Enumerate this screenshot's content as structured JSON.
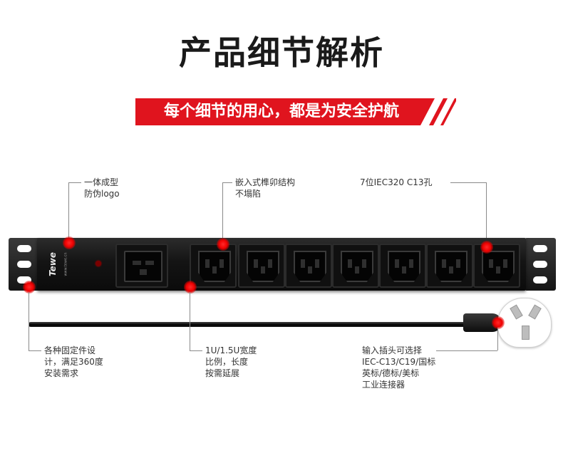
{
  "header": {
    "title": "产品细节解析",
    "banner": "每个细节的用心，都是为安全护航"
  },
  "colors": {
    "accent_red": "#e0141e",
    "text_dark": "#1a1a1a",
    "pdu_body": "#141414"
  },
  "product": {
    "logo_text": "Tewe",
    "logo_small": "www.tewe.cn"
  },
  "callouts": {
    "logo_design": "一体成型\n防伪logo",
    "mortise_structure": "嵌入式榫卯结构\n不塌陷",
    "outlets": "7位IEC320 C13孔",
    "fixings": "各种固定件设\n计，满足360度\n安装需求",
    "height_ratio": "1U/1.5U宽度\n比例，长度\n按需延展",
    "input_plug": "输入插头可选择\nIEC-C13/C19/国标\n英标/德标/美标\n工业连接器"
  }
}
